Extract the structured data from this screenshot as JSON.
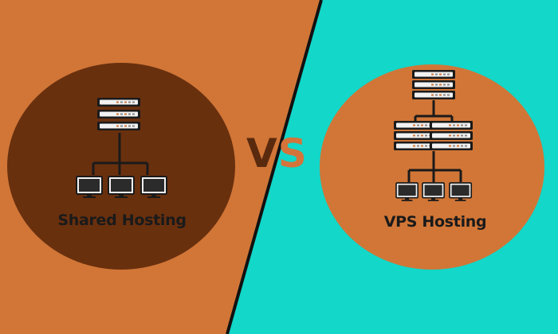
{
  "left": {
    "title": "Shared Hosting"
  },
  "right": {
    "title": "VPS Hosting"
  },
  "vs": {
    "v": "V",
    "s": "S"
  },
  "colors": {
    "orange": "#d17637",
    "cyan": "#12d7c9",
    "dark_brown": "#69300e",
    "line": "#1a1a1a",
    "server_light": "#f2f2f2",
    "monitor_screen": "#2b2b2b"
  },
  "icons": [
    "server-icon",
    "monitor-icon"
  ]
}
